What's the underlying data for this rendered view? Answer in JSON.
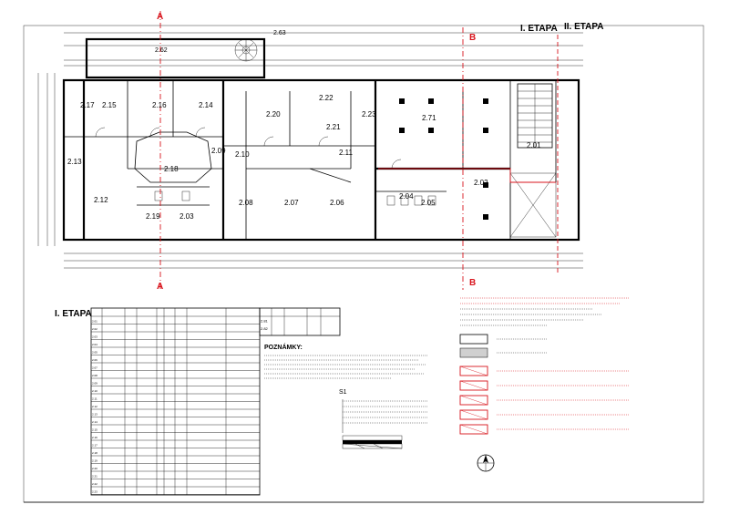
{
  "stage_labels": {
    "first": "I. ETAPA",
    "second": "II. ETAPA"
  },
  "table_title": "I. ETAPA",
  "notes_title": "POZNÁMKY:",
  "detail_label": "S1",
  "section_markers": {
    "a": "A",
    "b": "B"
  },
  "dims": {
    "north": "2.63",
    "terrace": "2.62"
  },
  "rooms": [
    "2.15",
    "2.16",
    "2.14",
    "2.17",
    "2.20",
    "2.22",
    "2.23",
    "2.71",
    "2.13",
    "2.12",
    "2.18",
    "2.19",
    "2.21",
    "2.01",
    "2.02",
    "2.03",
    "2.04",
    "2.05",
    "2.06",
    "2.07",
    "2.08",
    "2.09",
    "2.10",
    "2.11"
  ],
  "table_rows": [
    "2.01",
    "2.02",
    "2.03",
    "2.04",
    "2.05",
    "2.06",
    "2.07",
    "2.08",
    "2.09",
    "2.10",
    "2.11",
    "2.12",
    "2.13",
    "2.14",
    "2.15",
    "2.16",
    "2.17",
    "2.18",
    "2.19",
    "2.20",
    "2.21",
    "2.22",
    "2.23"
  ],
  "table_right_rows": [
    "2.81",
    "2.82"
  ],
  "colors": {
    "ink": "#000000",
    "accent": "#d8141c"
  }
}
